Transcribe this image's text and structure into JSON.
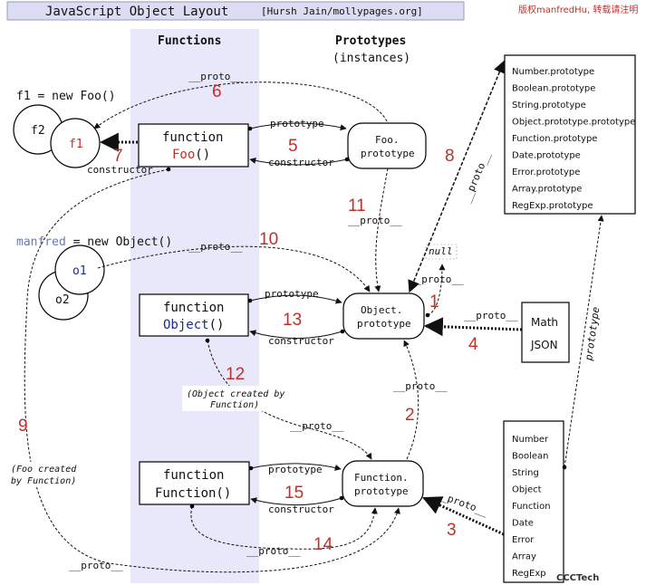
{
  "header": {
    "title": "JavaScript Object Layout",
    "credit": "[Hursh Jain/mollypages.org]",
    "watermark": "版权manfredHu, 转载请注明"
  },
  "columns": {
    "functions": "Functions",
    "prototypes": "Prototypes",
    "instances": "(instances)"
  },
  "instances_foo": {
    "statement": "f1 = new Foo()",
    "f2": "f2",
    "f1": "f1",
    "constructor_label": "constructor"
  },
  "instances_object": {
    "statement_name": "manfred",
    "statement_rest": " = new Object()",
    "o1": "o1",
    "o2": "o2"
  },
  "functions": {
    "foo": {
      "line1": "function",
      "line2": "Foo",
      "suffix": "()"
    },
    "object": {
      "line1": "function",
      "line2": "Object",
      "suffix": "()"
    },
    "function": {
      "line1": "function",
      "line2": "Function()"
    }
  },
  "prototypes": {
    "foo": {
      "line1": "Foo.",
      "line2": "prototype"
    },
    "object": {
      "line1": "Object.",
      "line2": "prototype"
    },
    "function": {
      "line1": "Function.",
      "line2": "prototype"
    }
  },
  "labels": {
    "proto": "__proto__",
    "prototype": "prototype",
    "constructor": "constructor",
    "null": "null",
    "object_created": [
      "(Object created by",
      "Function)"
    ],
    "foo_created": [
      "(Foo created",
      "by Function)"
    ]
  },
  "math_json": [
    "Math",
    "JSON"
  ],
  "builtin_prototypes": [
    "Number.prototype",
    "Boolean.prototype",
    "String.prototype",
    "Object.prototype.prototype",
    "Function.prototype",
    "Date.prototype",
    "Error.prototype",
    "Array.prototype",
    "RegExp.prototype"
  ],
  "builtin_constructors": [
    "Number",
    "Boolean",
    "String",
    "Object",
    "Function",
    "Date",
    "Error",
    "Array",
    "RegExp"
  ],
  "numbers": [
    "1",
    "2",
    "3",
    "4",
    "5",
    "6",
    "7",
    "8",
    "9",
    "10",
    "11",
    "12",
    "13",
    "14",
    "15"
  ],
  "logo": "CCCTech",
  "colors": {
    "functions_band": "#e8e8fa",
    "title_bar": "#dcdcf2",
    "red": "#c0302a",
    "blue": "#1a2a90"
  }
}
